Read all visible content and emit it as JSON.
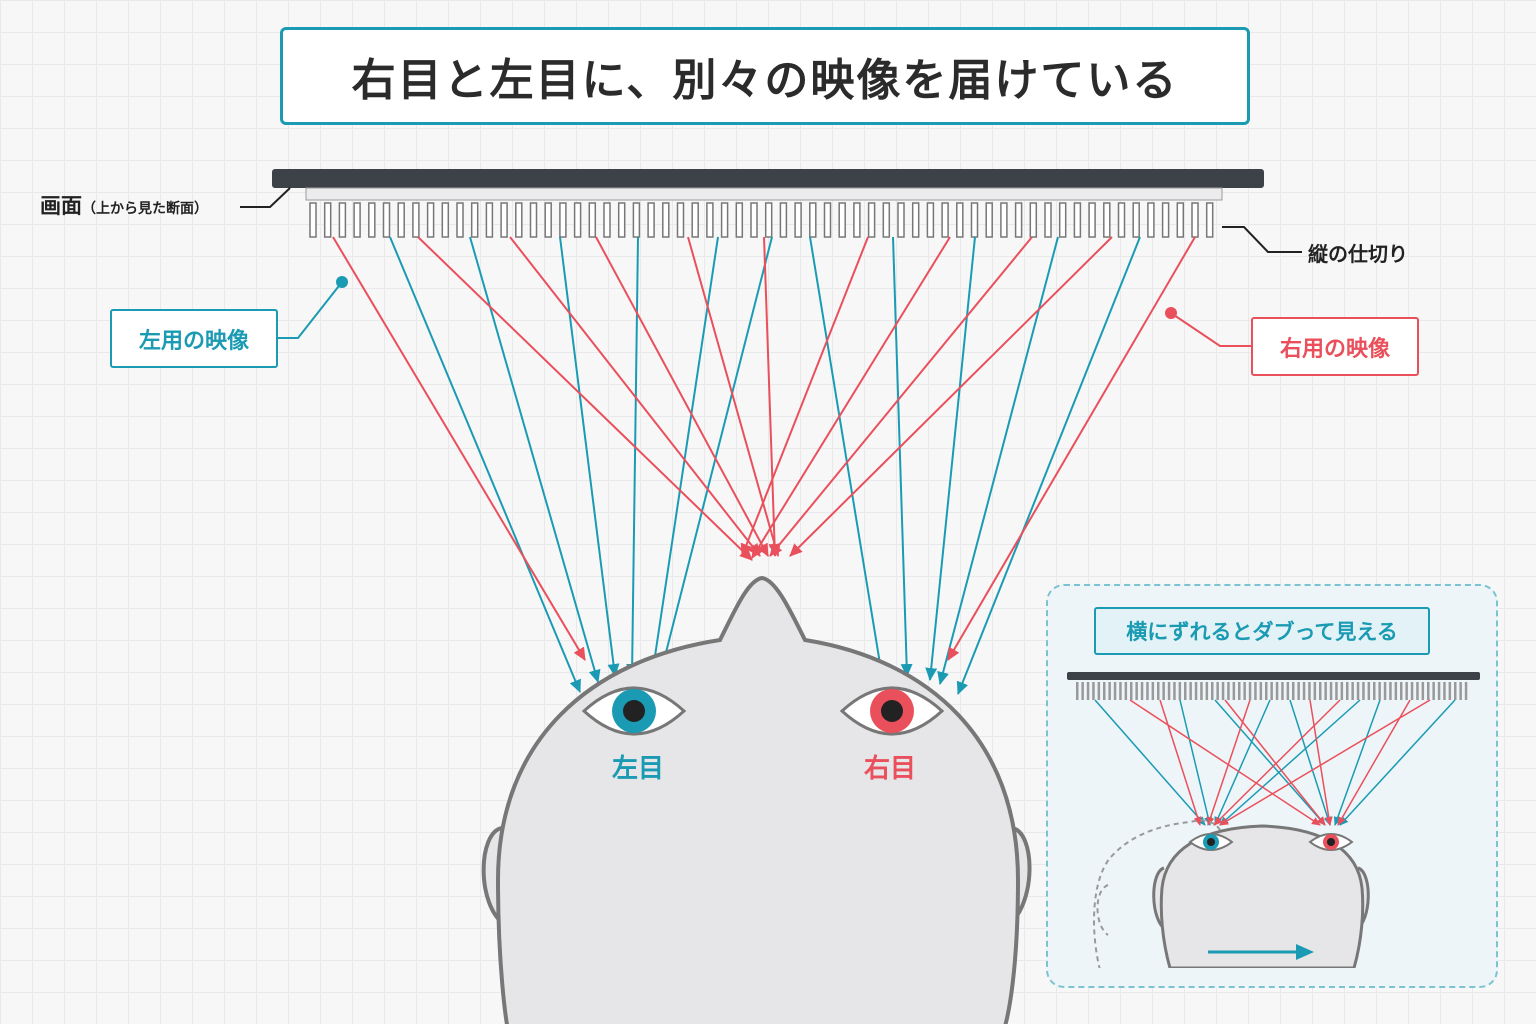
{
  "title": "右目と左目に、別々の映像を届けている",
  "screen_label": {
    "main": "画面",
    "sub": "（上から見た断面）"
  },
  "slit_label": "縦の仕切り",
  "left_image_label": "左用の映像",
  "right_image_label": "右用の映像",
  "left_eye_label": "左目",
  "right_eye_label": "右目",
  "inset": {
    "title": "横にずれるとダブって見える"
  },
  "colors": {
    "left": "#1a9bb3",
    "right": "#e9505c",
    "head": "#e6e6e8",
    "outline": "#777777",
    "screen": "#3d4148"
  },
  "icons": [
    "eye-icon",
    "arrow-right-icon"
  ]
}
